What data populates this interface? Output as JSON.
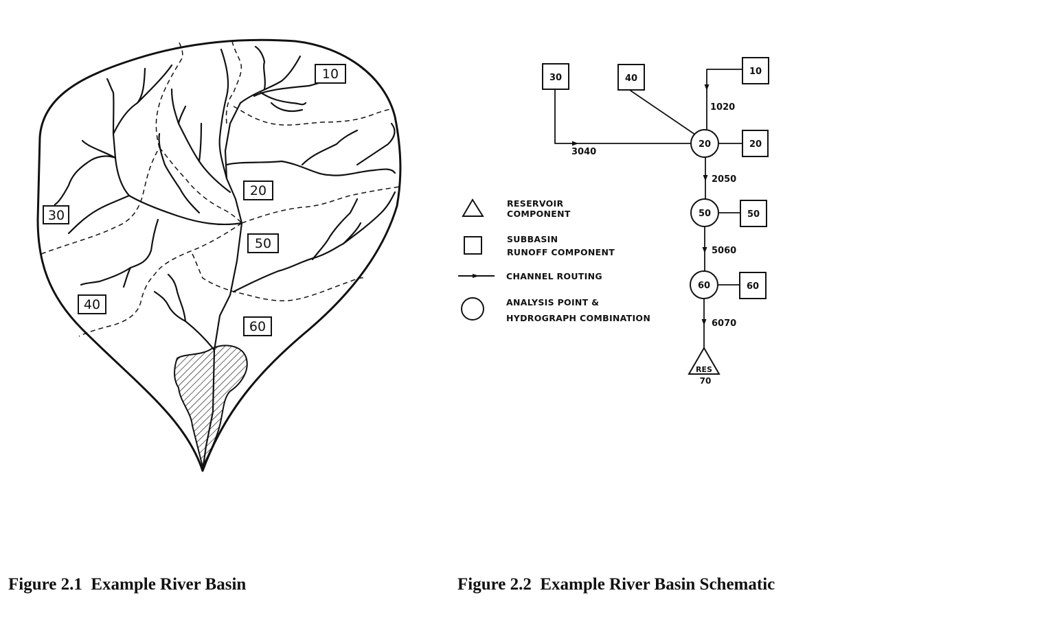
{
  "figure1": {
    "caption": "Figure 2.1  Example River Basin",
    "subbasin_labels": [
      "10",
      "20",
      "30",
      "40",
      "50",
      "60"
    ]
  },
  "figure2": {
    "caption": "Figure 2.2  Example River Basin Schematic",
    "subbasins": [
      "30",
      "40",
      "10",
      "20",
      "50",
      "60"
    ],
    "analysis_points": [
      "20",
      "50",
      "60"
    ],
    "routing_reaches": [
      "3040",
      "1020",
      "2050",
      "5060",
      "6070"
    ],
    "reservoir": {
      "label": "RES",
      "id": "70"
    },
    "legend": {
      "reservoir": [
        "RESERVOIR",
        "COMPONENT"
      ],
      "subbasin": [
        "SUBBASIN",
        "RUNOFF COMPONENT"
      ],
      "routing": [
        "CHANNEL ROUTING"
      ],
      "analysis": [
        "ANALYSIS POINT &",
        "HYDROGRAPH COMBINATION"
      ]
    }
  }
}
